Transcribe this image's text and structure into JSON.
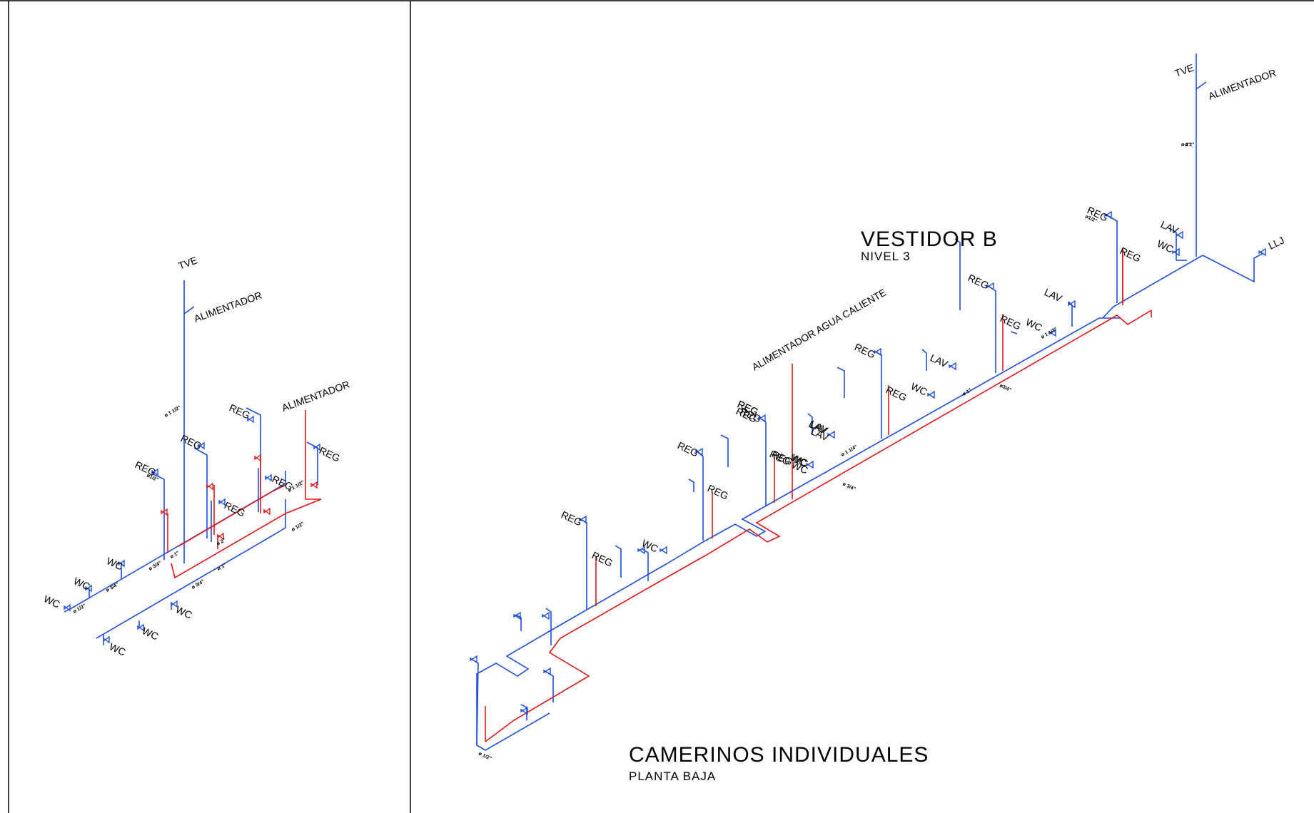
{
  "drawing": {
    "colors": {
      "cold_water": "#1f4fe0",
      "hot_water": "#e01818",
      "frame": "#000000"
    },
    "titles": {
      "vestidor": {
        "title": "VESTIDOR  B",
        "subtitle": "NIVEL  3"
      },
      "camerinos": {
        "title": "CAMERINOS  INDIVIDUALES",
        "subtitle": "PLANTA  BAJA"
      }
    },
    "left_view": {
      "tve": "TVE",
      "alimentador_cold": "ALIMENTADOR",
      "alimentador_hot": "ALIMENTADOR",
      "riser_diam": "ø 1 1/2\"",
      "fixtures": [
        "REG",
        "REG",
        "REG",
        "REG",
        "REG",
        "REG",
        "WC",
        "WC",
        "WC",
        "WC",
        "WC",
        "WC"
      ],
      "sizes": [
        "ø1/2\"",
        "ø 3/4\"",
        "ø 1\"",
        "ø 1/2\"",
        "ø 3/4\"",
        "ø 1\"",
        "ø 1 1/2\"",
        "ø 1/2\"",
        "ø 3/4\"",
        "ø 2\""
      ]
    },
    "right_view": {
      "tve": "TVE",
      "alimentador_cold": "ALIMENTADOR",
      "alimentador_hot": "ALIMENTADOR AGUA CALIENTE",
      "riser_diam": "ø 2\"",
      "llj": "LLJ",
      "fixtures": [
        "REG",
        "REG",
        "LAV",
        "WC",
        "REG",
        "REG",
        "LAV",
        "WC",
        "REG",
        "REG",
        "LAV",
        "WC",
        "REG",
        "REG",
        "LAV",
        "WC",
        "REG",
        "REG",
        "LAV",
        "WC",
        "REG",
        "REG",
        "LAV",
        "WC",
        "REG",
        "REG",
        "WC"
      ],
      "sizes": [
        "ø1/2\"",
        "ø3/4\"",
        "ø 1\"",
        "ø 1 1/4\"",
        "ø 1 1/2\"",
        "ø 3/4\"",
        "ø 1/2\"",
        "ø 2\""
      ]
    }
  }
}
